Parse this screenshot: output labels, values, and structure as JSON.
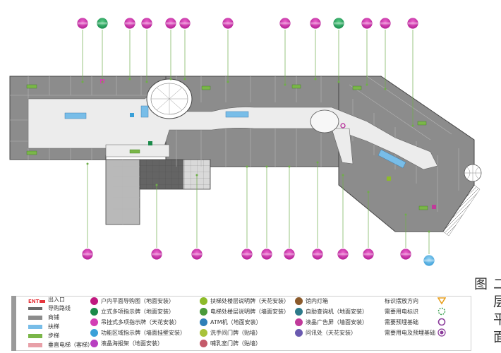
{
  "title": "二层平面图",
  "legend_left": [
    {
      "label": "出入口",
      "key": "ENT",
      "color": "#e6373e"
    },
    {
      "label": "导购路线",
      "color": "#6a6a6a"
    },
    {
      "label": "商铺",
      "color": "#8c8c8c"
    },
    {
      "label": "扶梯",
      "color": "#78bde8"
    },
    {
      "label": "步梯",
      "color": "#7ab648"
    },
    {
      "label": "垂直电梯（客梯）",
      "color": "#e8a0a8"
    }
  ],
  "legend_col2": [
    {
      "label": "户内平面导购图（地面安装）",
      "color": "#c0197f"
    },
    {
      "label": "立式多项指示牌（地面安装）",
      "color": "#1b8a4a"
    },
    {
      "label": "吊挂式多项指示牌（天花安装）",
      "color": "#d33fb5"
    },
    {
      "label": "功能区域指示牌（墙面挂壁安装）",
      "color": "#3aa0d8"
    },
    {
      "label": "液晶海报架（地面安装）",
      "color": "#b83fc0"
    }
  ],
  "legend_col3": [
    {
      "label": "扶梯处楼层说明牌（天花安装）",
      "color": "#8dbb2a"
    },
    {
      "label": "电梯处楼层说明牌（墙面安装）",
      "color": "#4a9a3a"
    },
    {
      "label": "ATM机（地面安装）",
      "color": "#2e7fb8"
    },
    {
      "label": "洗手间门牌（贴墙）",
      "color": "#a8c23a"
    },
    {
      "label": "哺乳室门牌（贴墙）",
      "color": "#c45a6a"
    }
  ],
  "legend_col4": [
    {
      "label": "馆内灯箱",
      "color": "#8b5a2b"
    },
    {
      "label": "自助查询机（地面安装）",
      "color": "#2d7a8a"
    },
    {
      "label": "液晶广告屏（墙面安装）",
      "color": "#c03a9a"
    },
    {
      "label": "问讯处（天花安装）",
      "color": "#6a5ab0"
    }
  ],
  "legend_col5": [
    {
      "label": "标识摆放方向",
      "symbol": "arrow",
      "color": "#e8a020"
    },
    {
      "label": "需要用电标识",
      "symbol": "dashed-ring",
      "color": "#3aa050"
    },
    {
      "label": "需要预埋基础",
      "symbol": "ring",
      "color": "#8a3a9a"
    },
    {
      "label": "需要用电及预埋基础",
      "symbol": "double-ring",
      "color": "#8a3a9a"
    }
  ],
  "colors": {
    "store": "#8c8c8c",
    "corridor": "#ececec",
    "escalator": "#78bde8",
    "stair": "#7ab648",
    "dark_room": "#3c3c3c",
    "outline": "#555555"
  },
  "markers_top": [
    "magenta",
    "green",
    "magenta",
    "magenta",
    "magenta",
    "magenta",
    "magenta",
    "magenta",
    "magenta",
    "green",
    "magenta",
    "magenta",
    "magenta"
  ],
  "markers_bottom": [
    "magenta",
    "magenta",
    "magenta",
    "magenta",
    "magenta",
    "magenta",
    "magenta",
    "magenta",
    "magenta",
    "magenta",
    "blue"
  ]
}
